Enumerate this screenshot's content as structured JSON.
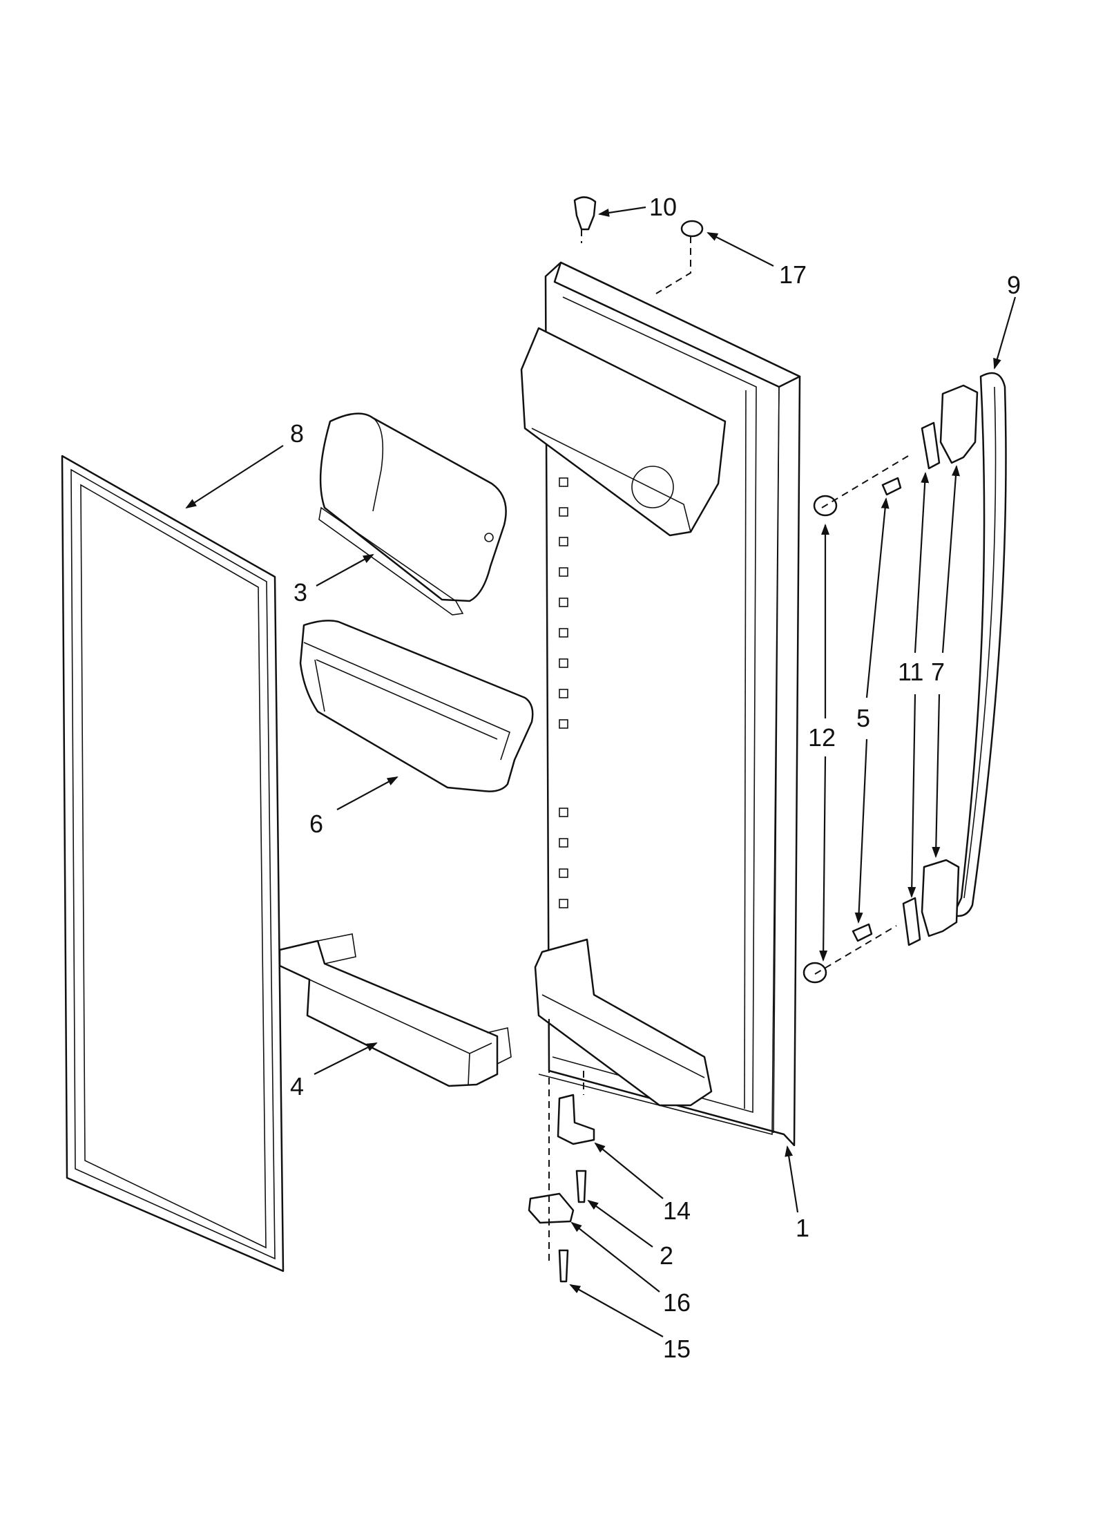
{
  "callouts": [
    {
      "id": "10",
      "text": "10"
    },
    {
      "id": "17",
      "text": "17"
    },
    {
      "id": "9",
      "text": "9"
    },
    {
      "id": "8",
      "text": "8"
    },
    {
      "id": "3",
      "text": "3"
    },
    {
      "id": "6",
      "text": "6"
    },
    {
      "id": "4",
      "text": "4"
    },
    {
      "id": "12",
      "text": "12"
    },
    {
      "id": "5",
      "text": "5"
    },
    {
      "id": "11",
      "text": "11"
    },
    {
      "id": "7",
      "text": "7"
    },
    {
      "id": "14",
      "text": "14"
    },
    {
      "id": "2",
      "text": "2"
    },
    {
      "id": "16",
      "text": "16"
    },
    {
      "id": "15",
      "text": "15"
    },
    {
      "id": "1",
      "text": "1"
    }
  ],
  "colors": {
    "line": "#111111",
    "background": "#ffffff"
  }
}
